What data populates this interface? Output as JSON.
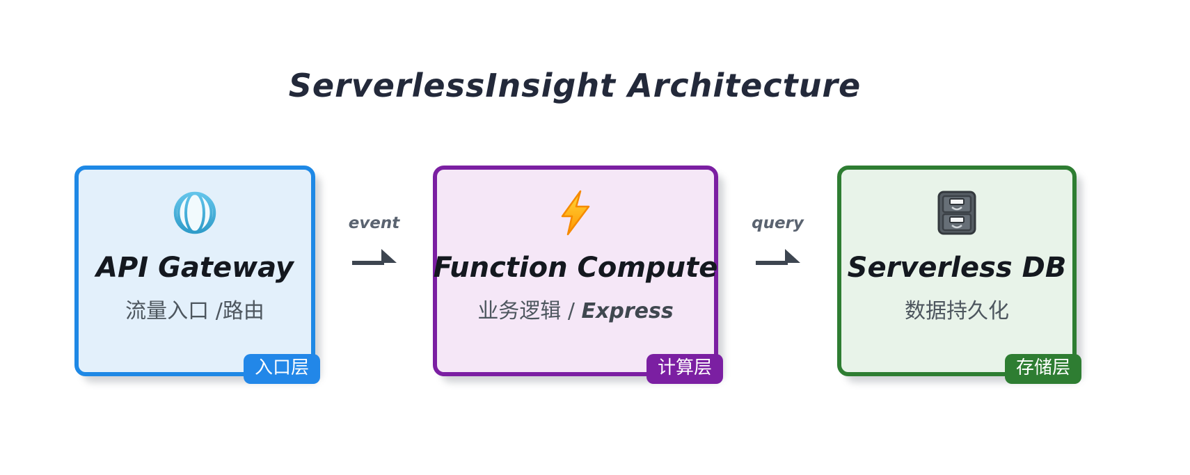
{
  "title": "ServerlessInsight Architecture",
  "boxes": [
    {
      "name": "api-gateway",
      "icon": "globe-icon",
      "title": "API Gateway",
      "subtitle": "流量入口 /路由",
      "subtitle_accent": "",
      "badge": "入口层",
      "colors": {
        "border": "#1e88e5",
        "fill": "#e3f0fb",
        "badge_bg": "#2287e8",
        "badge_text": "#ffffff"
      }
    },
    {
      "name": "function-compute",
      "icon": "lightning-icon",
      "title": "Function Compute",
      "subtitle": "业务逻辑 / ",
      "subtitle_accent": "Express",
      "badge": "计算层",
      "colors": {
        "border": "#7b1fa2",
        "fill": "#f5e7f7",
        "badge_bg": "#7b1fa2",
        "badge_text": "#ffffff"
      }
    },
    {
      "name": "serverless-db",
      "icon": "cabinet-icon",
      "title": "Serverless DB",
      "subtitle": "数据持久化",
      "subtitle_accent": "",
      "badge": "存储层",
      "colors": {
        "border": "#2e7d32",
        "fill": "#e8f3e9",
        "badge_bg": "#2e7d32",
        "badge_text": "#ffffff"
      }
    }
  ],
  "arrows": [
    {
      "label": "event"
    },
    {
      "label": "query"
    }
  ],
  "style_colors": {
    "arrow": "#3d4550",
    "arrow_label": "#5a6370",
    "title_text": "#23293a",
    "subtitle_text": "#4d565e",
    "background": "#ffffff"
  }
}
